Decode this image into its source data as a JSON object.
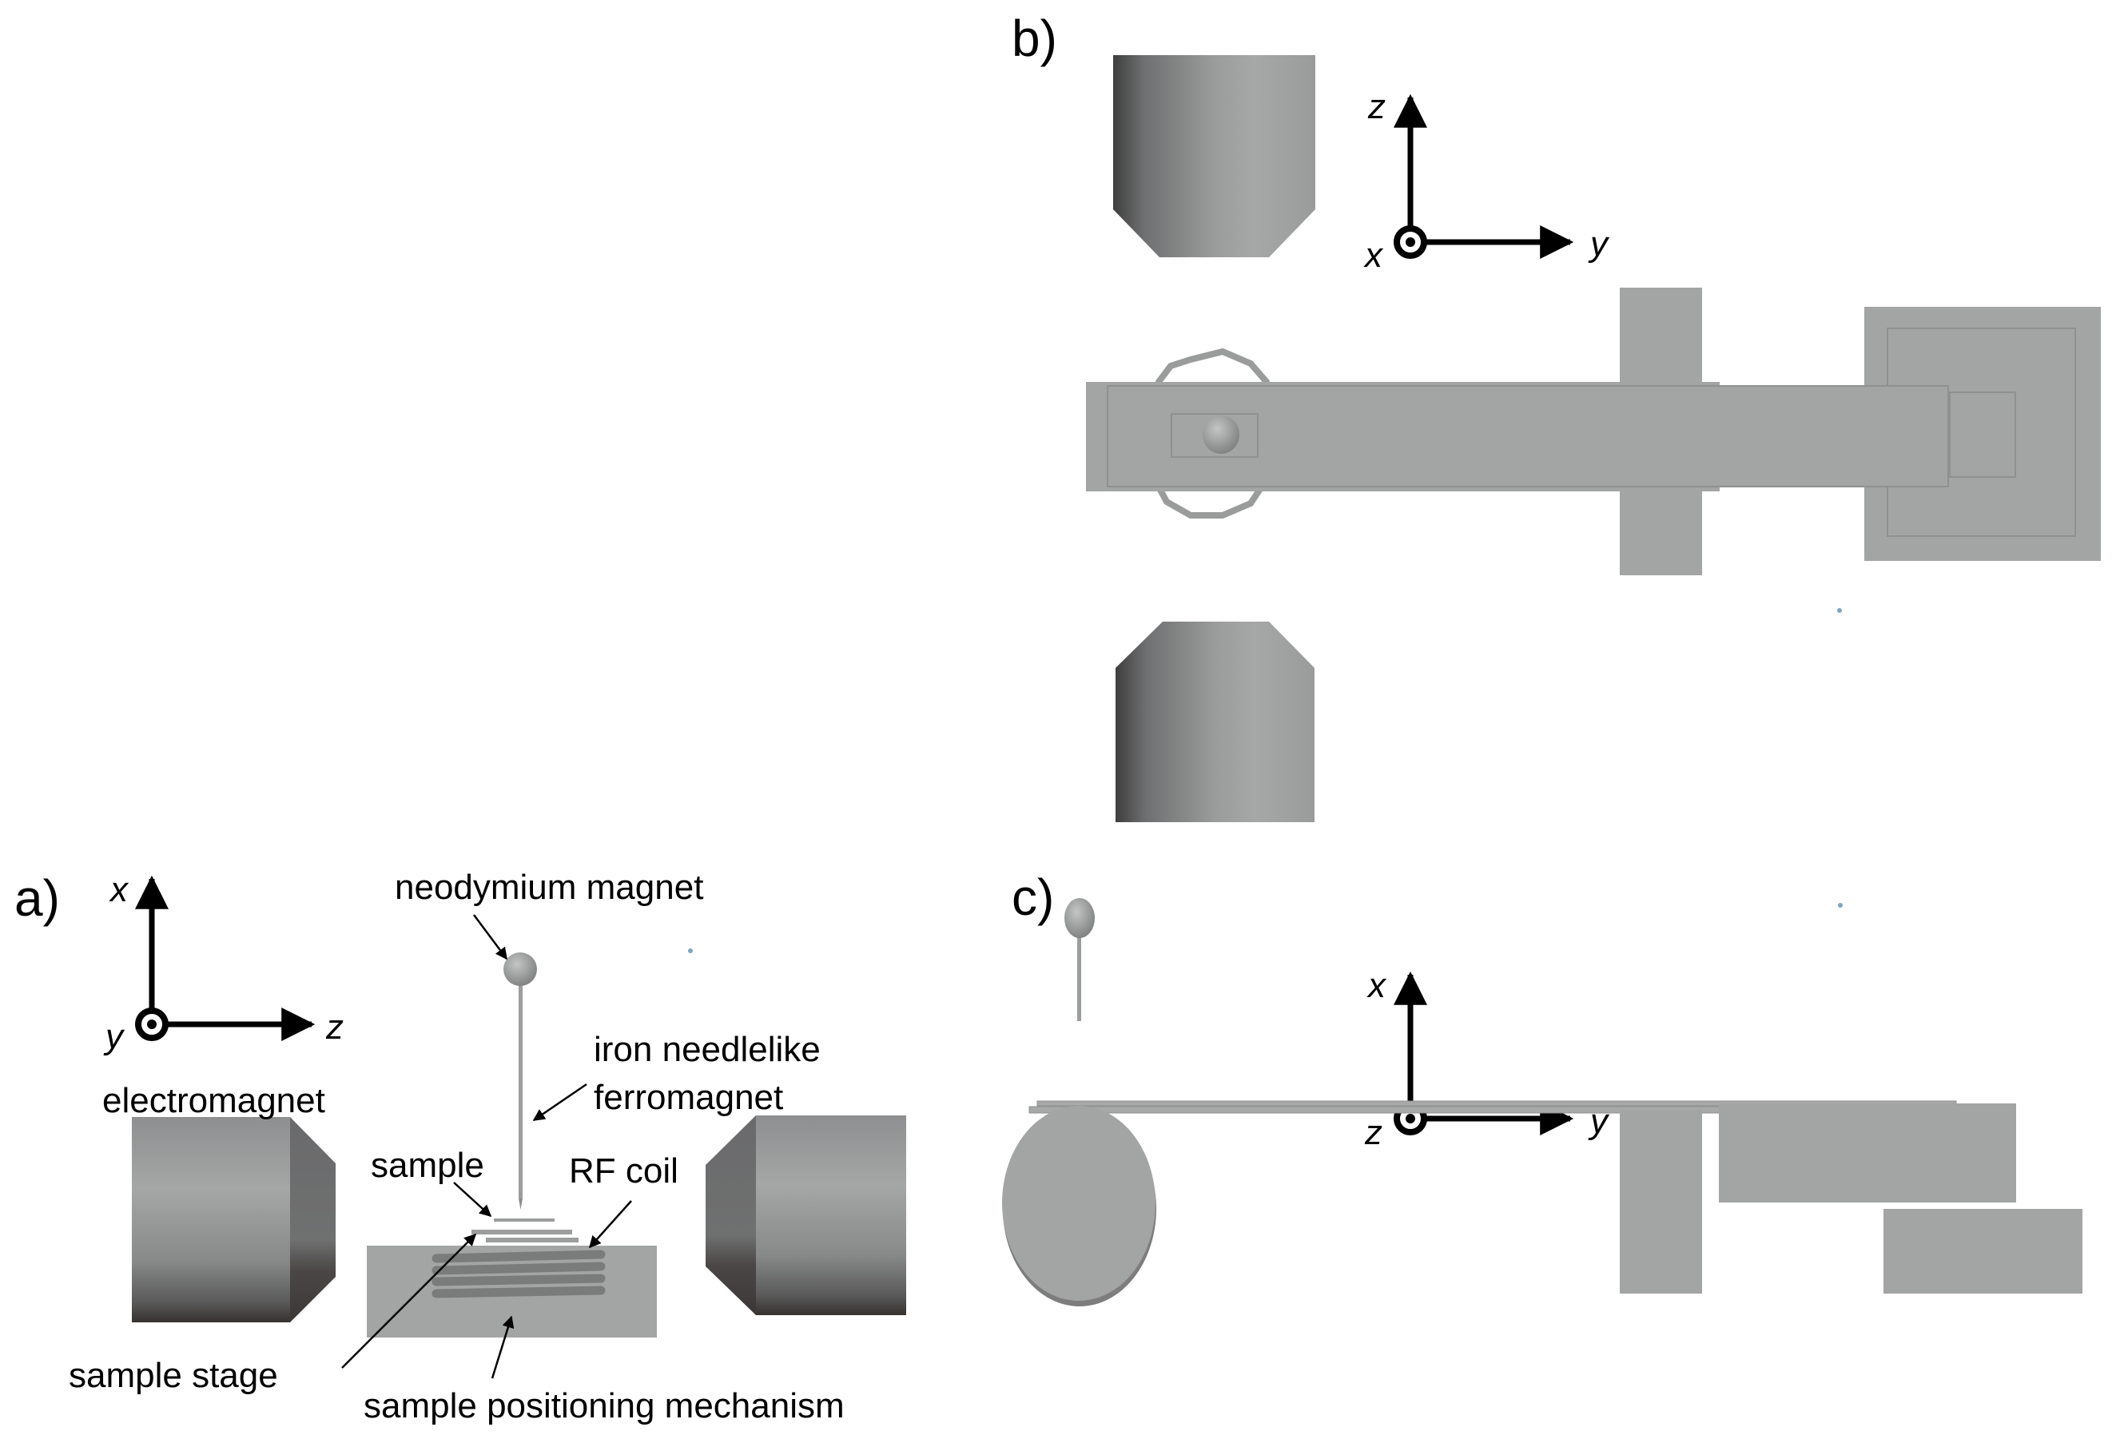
{
  "figure": {
    "panels": [
      {
        "id": "a",
        "label": "a)",
        "view": "side view (x-z plane)",
        "axes": {
          "up": "x",
          "right": "z",
          "out_of_page": "y"
        },
        "labels": {
          "neodymium_magnet": "neodymium magnet",
          "ferromagnet_line1": "iron needlelike",
          "ferromagnet_line2": "ferromagnet",
          "electromagnet": "electromagnet",
          "sample": "sample",
          "rf_coil": "RF coil",
          "sample_stage": "sample stage",
          "positioning": "sample positioning mechanism"
        }
      },
      {
        "id": "b",
        "label": "b)",
        "view": "top view (y-z plane)",
        "axes": {
          "up": "z",
          "right": "y",
          "out_of_page": "x"
        }
      },
      {
        "id": "c",
        "label": "c)",
        "view": "end view (x-y plane)",
        "axes": {
          "up": "x",
          "right": "y",
          "out_of_page": "z"
        }
      }
    ]
  },
  "colors": {
    "body_gray": "#a3a4a4",
    "dark_gray": "#3e3b3a",
    "mid_gray": "#8a8b8c",
    "outline": "#8f9090",
    "ink": "#000000"
  }
}
